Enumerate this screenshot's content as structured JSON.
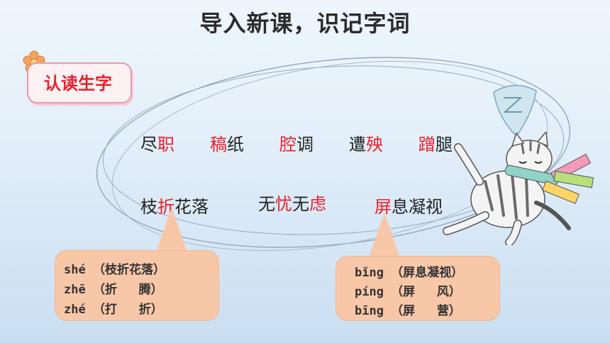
{
  "title": "导入新课，识记字词",
  "badge": "认读生字",
  "row1": [
    {
      "pre": "尽",
      "hl": "职",
      "post": ""
    },
    {
      "pre": "",
      "hl": "稿",
      "post": "纸"
    },
    {
      "pre": "",
      "hl": "腔",
      "post": "调"
    },
    {
      "pre": "遭",
      "hl": "殃",
      "post": ""
    },
    {
      "pre": "",
      "hl": "蹭",
      "post": "腿"
    }
  ],
  "row2": {
    "w1": {
      "pre": "枝",
      "hl": "折",
      "post": "花落"
    },
    "w2": {
      "a": "无",
      "b": "忧",
      "c": "无",
      "d": "虑"
    },
    "w3": {
      "hl": "屏",
      "post": "息凝视"
    }
  },
  "left_bubble": {
    "lines": [
      "shé （枝折花落）",
      "zhē （折   腾）",
      "zhé （打   折）"
    ]
  },
  "right_bubble": {
    "lines": [
      "bǐng （屏息凝视）",
      "píng （屏   风）",
      "bīng （屏   营）"
    ]
  },
  "colors": {
    "highlight": "#e8202a",
    "bubble": "#f7c7a8",
    "badge_border": "#e89aa6"
  },
  "decoration": {
    "cat": "cat-illustration",
    "leaf": "leaf-illustration",
    "flower": "flower-icon"
  }
}
